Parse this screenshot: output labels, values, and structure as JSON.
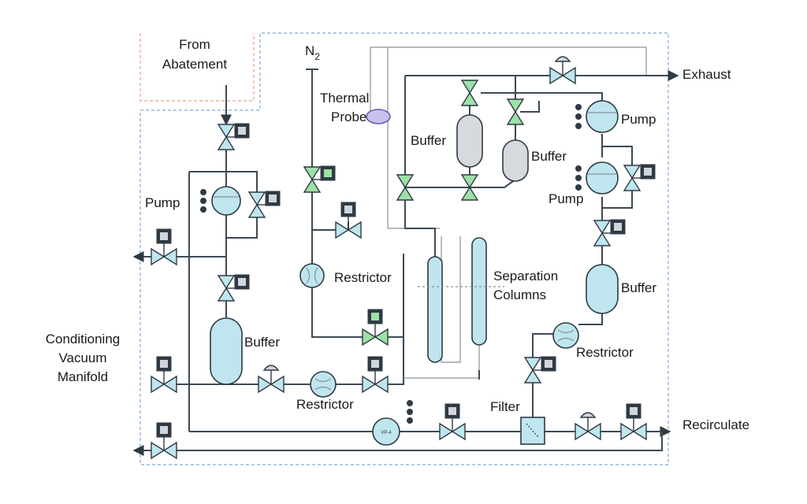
{
  "labels": {
    "from_abatement_1": "From",
    "from_abatement_2": "Abatement",
    "n2_main": "N",
    "n2_sub": "2",
    "thermal_1": "Thermal",
    "thermal_2": "Probe",
    "exhaust": "Exhaust",
    "pump_top_right": "Pump",
    "pump_mid_right": "Pump",
    "pump_left": "Pump",
    "buffer_grey_left": "Buffer",
    "buffer_grey_right": "Buffer",
    "restrictor_mid": "Restrictor",
    "separation_1": "Separation",
    "separation_2": "Columns",
    "buffer_right": "Buffer",
    "buffer_left": "Buffer",
    "restrictor_right": "Restrictor",
    "conditioning_1": "Conditioning",
    "conditioning_2": "Vacuum",
    "conditioning_3": "Manifold",
    "restrictor_bottom": "Restrictor",
    "filter": "Filter",
    "recirculate": "Recirculate",
    "vp_pump": "VP-4"
  },
  "colors": {
    "fluid": "#bfe6ee",
    "green_valve": "#9ee0a5",
    "pipe": "#3d4a55",
    "boundary_blue": "#7fa6d6",
    "boundary_red": "#e8a08a",
    "thermal_probe": "#c9c0f0"
  }
}
